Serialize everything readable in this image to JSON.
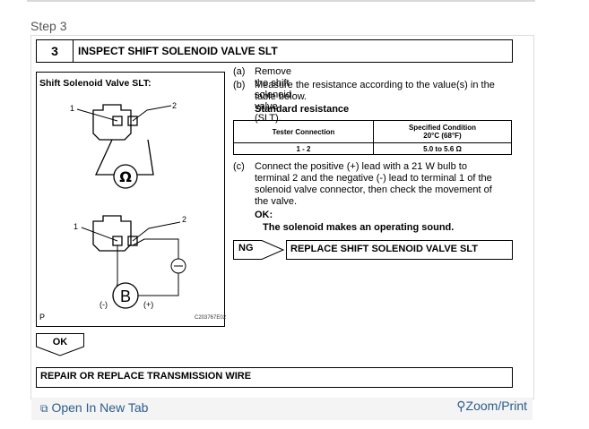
{
  "step": {
    "label": "Step 3"
  },
  "header": {
    "number": "3",
    "title": "INSPECT SHIFT SOLENOID VALVE SLT"
  },
  "figure": {
    "caption": "Shift Solenoid Valve SLT:",
    "top_diagram": {
      "pin_left": "1",
      "pin_right": "2",
      "meter_symbol": "Ω"
    },
    "bottom_diagram": {
      "pin_left": "1",
      "pin_right": "2",
      "battery_symbol": "B",
      "negative": "(-)",
      "positive": "(+)"
    },
    "corner_label": "P",
    "code": "C203767E02"
  },
  "instructions": {
    "a": {
      "label": "(a)",
      "text": "Remove the shift solenoid valve (SLT)."
    },
    "b": {
      "label": "(b)",
      "line1": "Measure the resistance according to the value(s) in the",
      "line2": "table below."
    },
    "standard_resistance": "Standard resistance",
    "c": {
      "label": "(c)",
      "lines": [
        "Connect the positive (+) lead with a 21 W bulb to",
        "terminal 2 and the negative (-) lead to terminal 1 of the",
        "solenoid valve connector, then check the movement of",
        "the valve."
      ]
    },
    "ok_label": "OK:",
    "ok_text": "The solenoid makes an operating sound."
  },
  "table": {
    "headers": [
      "Tester Connection",
      "Specified Condition"
    ],
    "header_sub": "20°C (68°F)",
    "rows": [
      [
        "1 - 2",
        "5.0 to 5.6 Ω"
      ]
    ]
  },
  "ng": {
    "label": "NG",
    "action": "REPLACE SHIFT SOLENOID VALVE SLT"
  },
  "ok": {
    "label": "OK",
    "action": "REPAIR OR REPLACE TRANSMISSION WIRE"
  },
  "footer": {
    "open_tab": "Open In New Tab",
    "zoom": "Zoom/Print"
  }
}
